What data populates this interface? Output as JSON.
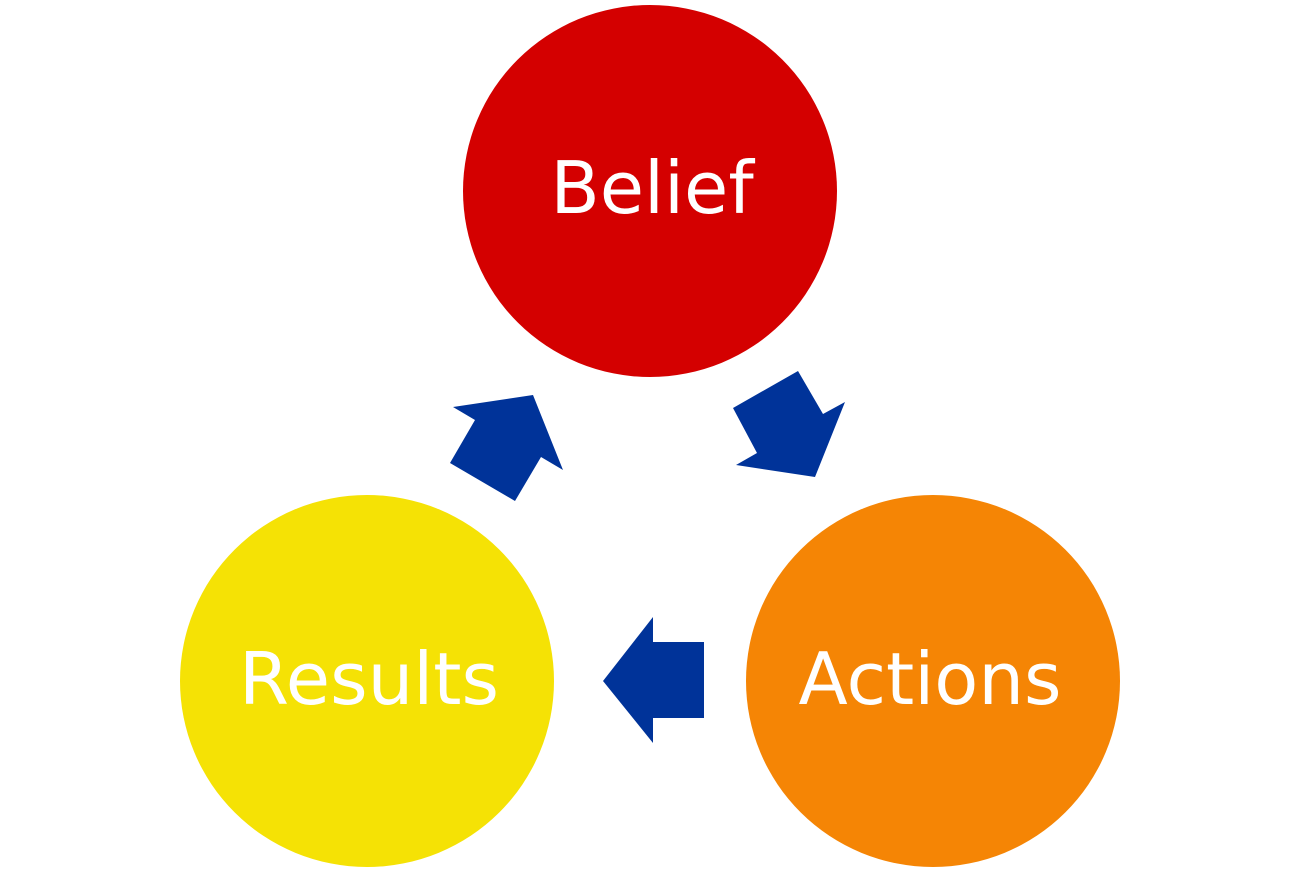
{
  "diagram": {
    "type": "cycle",
    "nodes": [
      {
        "id": "belief",
        "label": "Belief",
        "color": "#D40000"
      },
      {
        "id": "actions",
        "label": "Actions",
        "color": "#F58505"
      },
      {
        "id": "results",
        "label": "Results",
        "color": "#F5E205"
      }
    ],
    "edges": [
      {
        "from": "belief",
        "to": "actions"
      },
      {
        "from": "actions",
        "to": "results"
      },
      {
        "from": "results",
        "to": "belief"
      }
    ],
    "arrow_color": "#003399"
  }
}
